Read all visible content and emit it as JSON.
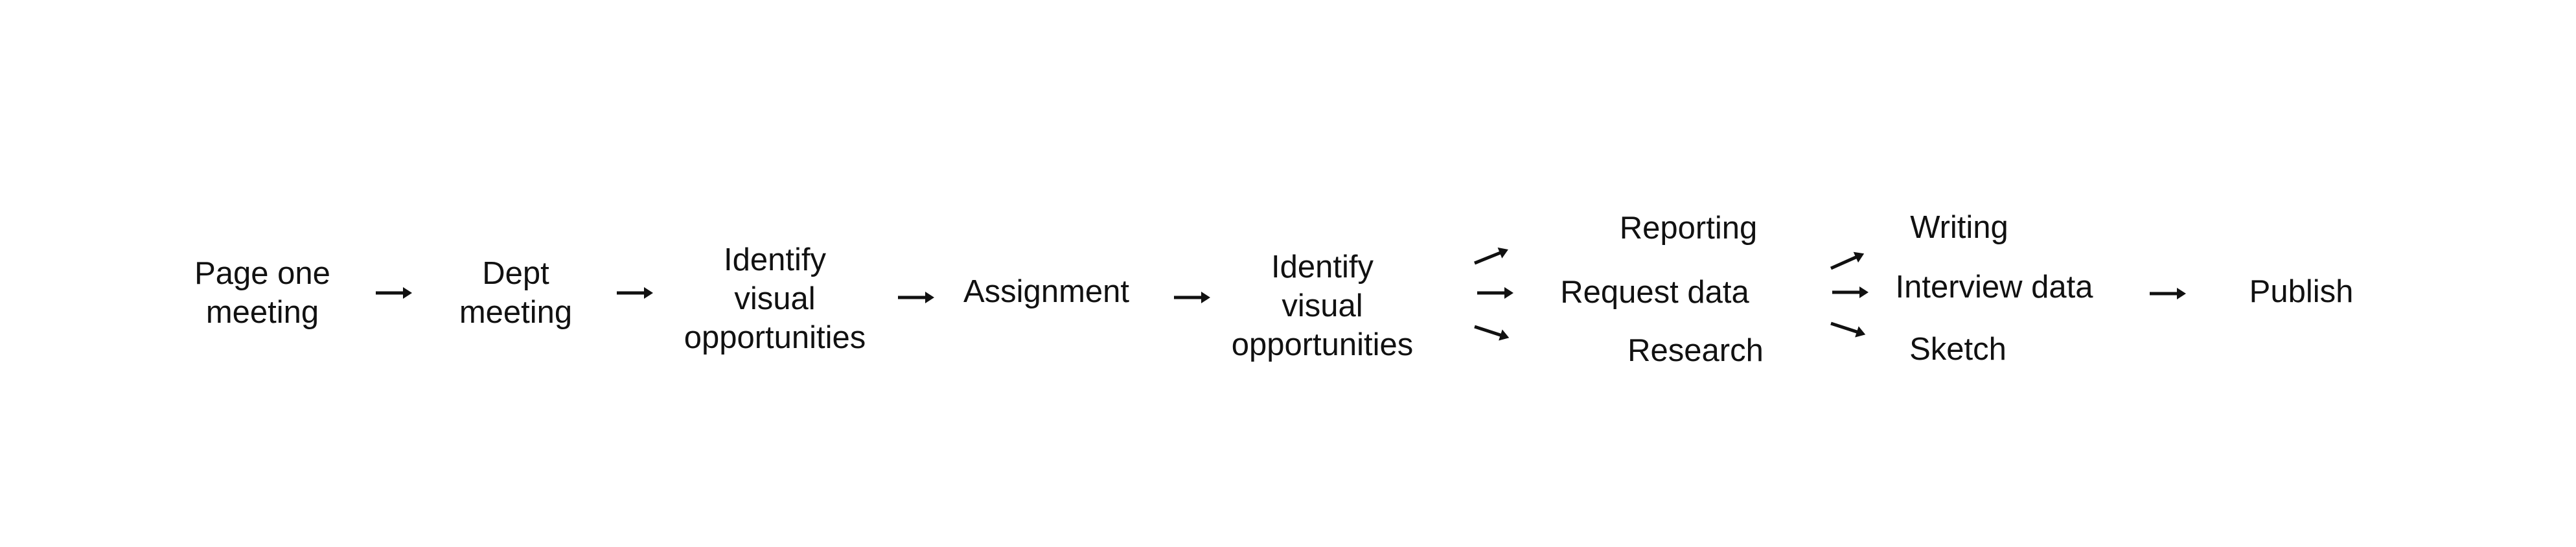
{
  "nodes": {
    "page_one_meeting": [
      "Page one",
      "meeting"
    ],
    "dept_meeting": [
      "Dept",
      "meeting"
    ],
    "identify_visual_1": [
      "Identify",
      "visual",
      "opportunities"
    ],
    "assignment": [
      "Assignment"
    ],
    "identify_visual_2": [
      "Identify",
      "visual",
      "opportunities"
    ],
    "reporting": [
      "Reporting"
    ],
    "request_data": [
      "Request data"
    ],
    "research": [
      "Research"
    ],
    "writing": [
      "Writing"
    ],
    "interview_data": [
      "Interview data"
    ],
    "sketch": [
      "Sketch"
    ],
    "publish": [
      "Publish"
    ]
  },
  "arrow_glyph": "→",
  "colors": {
    "text": "#111111",
    "background": "#ffffff"
  }
}
